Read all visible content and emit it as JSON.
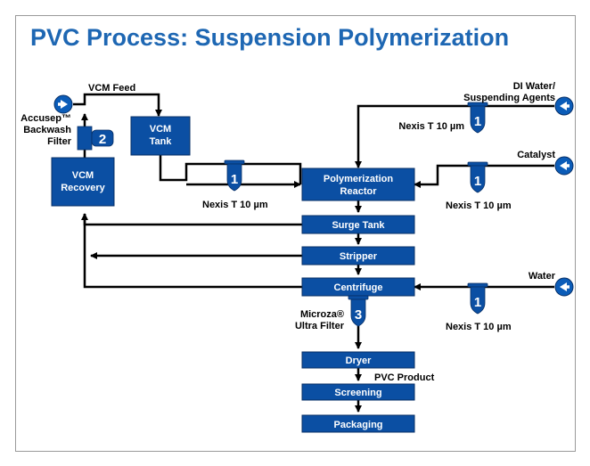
{
  "title": "PVC Process: Suspension Polymerization",
  "colors": {
    "title": "#1e67b3",
    "box_fill": "#0b4fa3",
    "box_stroke": "#072f66",
    "line": "#000000",
    "feed_circle": "#0b5cb8"
  },
  "process_steps": {
    "vcm_tank": [
      "VCM",
      "Tank"
    ],
    "vcm_recovery": [
      "VCM",
      "Recovery"
    ],
    "reactor": [
      "Polymerization",
      "Reactor"
    ],
    "surge_tank": "Surge Tank",
    "stripper": "Stripper",
    "centrifuge": "Centrifuge",
    "dryer": "Dryer",
    "screening": "Screening",
    "packaging": "Packaging"
  },
  "feeds": {
    "vcm_feed": "VCM Feed",
    "di_water": [
      "DI Water/",
      "Suspending Agents"
    ],
    "catalyst": "Catalyst",
    "water": "Water"
  },
  "filters": {
    "f1_number": "1",
    "f2_number": "2",
    "f3_number": "3",
    "nexis": "Nexis T 10 µm",
    "accusep": [
      "Accusep™",
      "Backwash",
      "Filter"
    ],
    "microza": [
      "Microza®",
      "Ultra Filter"
    ]
  },
  "product": "PVC Product",
  "icons": [
    "feed-inlet-arrow-icon",
    "filter-cartridge-icon"
  ]
}
